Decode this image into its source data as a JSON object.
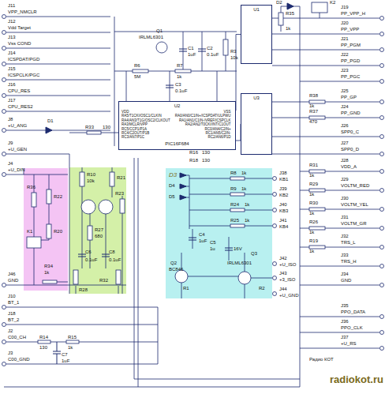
{
  "diagram": {
    "nodes": [
      {
        "text": [
          "U1"
        ]
      },
      {
        "text": [
          "U2",
          "VDD",
          "RA5/T1CKI/OSC1/CLKIN",
          "RA4/AN3/T1G/OSC2/CLKOUT",
          "RA3/MCLR/VPP",
          "RC5/CCP1/P1A",
          "RC4/C2OUT/P1B",
          "RC3/AN7/P1C",
          "VSS",
          "RA0/AN0/C1IN+/ICSPDAT/ULPWU",
          "RA1/AN1/C1IN-/VREF/ICSPCLK",
          "RA2/AN2/T0CKI/INT/C1OUT",
          "RC0/AN4/C2IN+",
          "RC1/AN5/C2IN-",
          "RC2/AN6/P1D",
          "PIC16F684"
        ]
      },
      {
        "text": [
          "U3"
        ]
      }
    ],
    "edges": [
      {
        "from": 1,
        "to": 0,
        "arrow": "none"
      },
      {
        "from": 1,
        "to": 2,
        "arrow": "none"
      }
    ],
    "labels": [
      "J11",
      "VPP_NMCLR",
      "J12",
      "Vdd Target",
      "J13",
      "Vss COND",
      "J14",
      "ICSPDAT/PGD",
      "J15",
      "ICSPCLK/PGC",
      "J16",
      "CPU_RES",
      "J17",
      "CPU_RES2",
      "D1",
      "J8",
      "+U_ANG",
      "J9",
      "+U_GEN",
      "J4",
      "+U_DIN",
      "J46",
      "GND",
      "J10",
      "BT_1",
      "J18",
      "BT_2",
      "J2",
      "C00_CH",
      "R14",
      "130",
      "R15",
      "1k",
      "C7",
      "1uF",
      "J3",
      "C00_GND",
      "Q1",
      "IRLML6301",
      "C1",
      "1uF",
      "C2",
      "0.1uF",
      "R6",
      "5M",
      "R7",
      "1k",
      "R3",
      "10k",
      "C3",
      "0.1uF",
      "R33",
      "130",
      "R16",
      "130",
      "R18",
      "130",
      "D2",
      "R35",
      "1k",
      "K2",
      "J19",
      "PP_VPP_H",
      "J20",
      "PP_VPP",
      "J21",
      "PP_PGM",
      "J22",
      "PP_PGD",
      "J23",
      "PP_PGC",
      "J25",
      "PP_GP",
      "R38",
      "1k",
      "J24",
      "PP_GND",
      "R37",
      "470",
      "J26",
      "SPP0_C",
      "J27",
      "SPP0_D",
      "J28",
      "VDD_A",
      "R31",
      "1k",
      "J29",
      "VOLTM_RED",
      "R29",
      "1k",
      "J30",
      "VOLTM_YEL",
      "R30",
      "1k",
      "J31",
      "VOLTM_GR",
      "R26",
      "1k",
      "J32",
      "TRS_L",
      "R19",
      "1k",
      "J33",
      "TRS_H",
      "J34",
      "GND",
      "J35",
      "PPO_DATA",
      "J36",
      "PPO_CLK",
      "J37",
      "+U_RS",
      "Радио КОТ",
      "radiokot.ru",
      "D3",
      "D4",
      "D5",
      "R8",
      "1k",
      "R9",
      "1k",
      "R24",
      "1k",
      "R25",
      "1k",
      "J38",
      "KB1",
      "J39",
      "KB2",
      "J40",
      "KB3",
      "J41",
      "KB4",
      "C4",
      "1uF",
      "C5",
      "1u",
      "16V",
      "Q2",
      "BC846",
      "Q3",
      "IRLML6301",
      "R1",
      "R2",
      "J42",
      "+U_ISO",
      "J43",
      "+3_ISO",
      "J44",
      "+U_GND",
      "R36",
      "R22",
      "R20",
      "K1",
      "R34",
      "1k",
      "R10",
      "10k",
      "R21",
      "R23",
      "R27",
      "680",
      "C6",
      "0.1uF",
      "C8",
      "0.1uF",
      "R32",
      "R28"
    ]
  }
}
